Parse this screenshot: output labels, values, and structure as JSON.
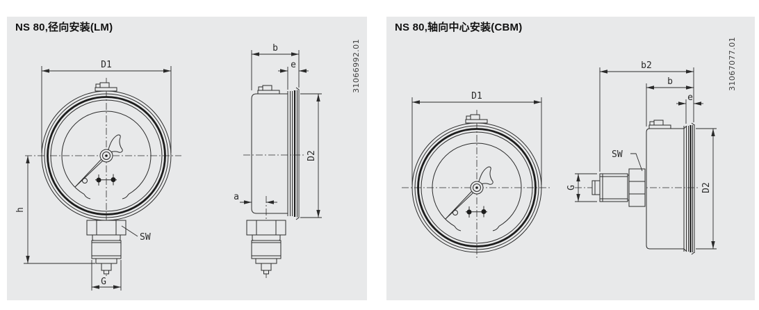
{
  "panels": [
    {
      "id": "lm",
      "title": "NS 80,径向安装(LM)",
      "part_number": "31066992.01",
      "labels": {
        "d1": "D1",
        "h": "h",
        "sw": "SW",
        "g": "G",
        "b": "b",
        "e": "e",
        "a": "a",
        "d2": "D2"
      }
    },
    {
      "id": "cbm",
      "title": "NS 80,轴向中心安装(CBM)",
      "part_number": "31067077.01",
      "labels": {
        "d1": "D1",
        "b2": "b2",
        "b": "b",
        "e": "e",
        "sw": "SW",
        "g": "G",
        "d2": "D2"
      }
    }
  ],
  "colors": {
    "panel_background": "#e8e9ea",
    "line": "#2a2a2a",
    "title_text": "#111111",
    "part_number_text": "#414141"
  }
}
